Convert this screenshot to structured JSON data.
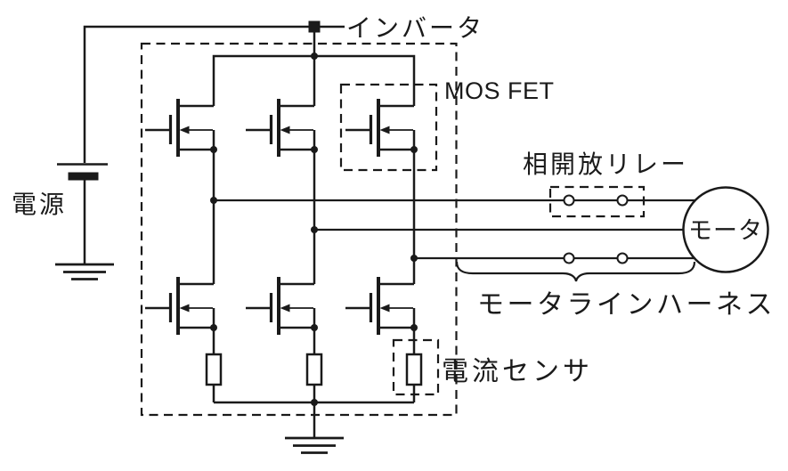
{
  "diagram": {
    "type": "circuit-schematic",
    "labels": {
      "inverter": "インバータ",
      "mosfet": "MOS FET",
      "power_supply": "電源",
      "phase_relay": "相開放リレー",
      "motor": "モータ",
      "motor_line_harness": "モータラインハーネス",
      "current_sensor": "電流センサ"
    },
    "structure": {
      "mosfet_count": 6,
      "high_side_mosfets": 3,
      "low_side_mosfets": 3,
      "current_sensor_count": 3,
      "phase_relay_count": 2,
      "motor_phase_lines": 3,
      "battery_count": 1,
      "ground_symbol_count": 2
    },
    "colors": {
      "line": "#1a1a1a",
      "text": "#1a1a1a",
      "background": "#ffffff"
    }
  }
}
